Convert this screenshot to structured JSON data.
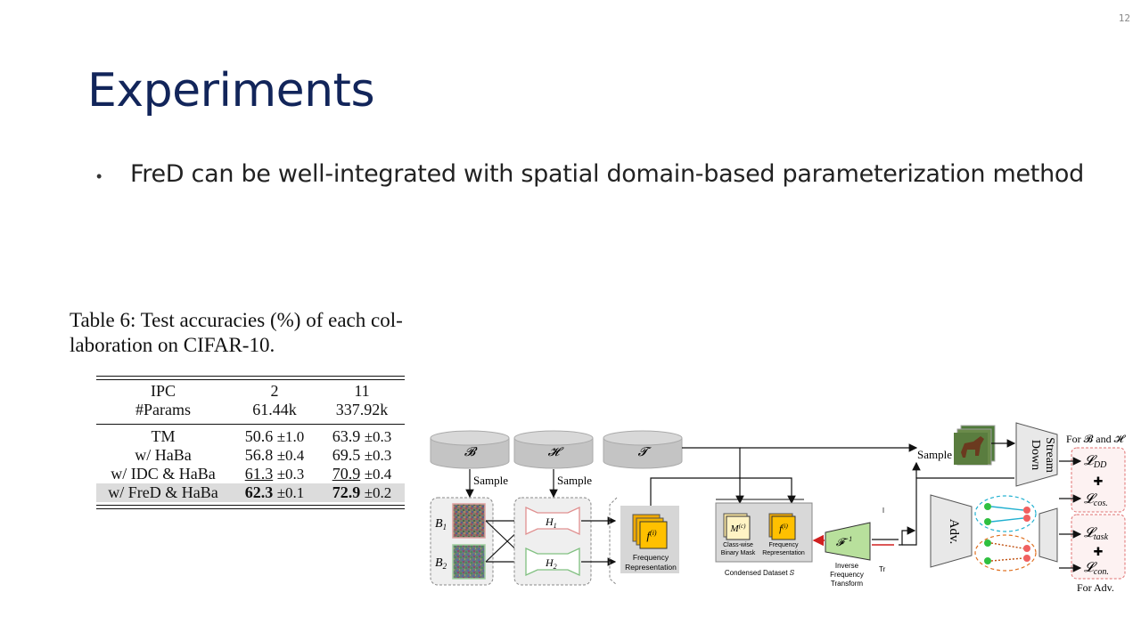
{
  "page_number": "12",
  "title": "Experiments",
  "bullet": "FreD can be well-integrated with spatial domain-based parameterization method",
  "caption": "Table 6: Test accuracies (%) of each collaboration on CIFAR-10.",
  "caption_lines": [
    "Table 6: Test accuracies (%) of each col-",
    "laboration on CIFAR-10."
  ],
  "table": {
    "header": [
      [
        "IPC",
        "2",
        "11"
      ],
      [
        "#Params",
        "61.44k",
        "337.92k"
      ]
    ],
    "rows": [
      {
        "method": "TM",
        "v1": "50.6",
        "s1": "±1.0",
        "v2": "63.9",
        "s2": "±0.3"
      },
      {
        "method": "w/ HaBa",
        "v1": "56.8",
        "s1": "±0.4",
        "v2": "69.5",
        "s2": "±0.3"
      },
      {
        "method": "w/ IDC & HaBa",
        "v1": "61.3",
        "s1": "±0.3",
        "v2": "70.9",
        "s2": "±0.4"
      },
      {
        "method": "w/ FreD & HaBa",
        "v1": "62.3",
        "s1": "±0.1",
        "v2": "72.9",
        "s2": "±0.2"
      }
    ]
  },
  "diagram": {
    "db_B": "𝓑",
    "db_H": "𝓗",
    "db_T": "𝓣",
    "sample": "Sample",
    "B1": "B",
    "B1_sub": "1",
    "B2": "B",
    "B2_sub": "2",
    "H1": "H",
    "H1_sub": "1",
    "H2": "H",
    "H2_sub": "2",
    "f_symbol": "f",
    "f_sup": "(i)",
    "freq_rep_line1": "Frequency",
    "freq_rep_line2": "Representation",
    "mask_symbol": "M",
    "mask_sup": "(c)",
    "mask_label_line1": "Class-wise",
    "mask_label_line2": "Binary Mask",
    "freq_small_line1": "Frequency",
    "freq_small_line2": "Representation",
    "condensed": "Condensed Dataset 𝑆",
    "inv_symbol": "𝓕",
    "inv_sup": "−1",
    "inv_line1": "Inverse",
    "inv_line2": "Frequency",
    "inv_line3": "Transform",
    "tr_fragment": "Tr",
    "adv": "Adv.",
    "down_line1": "Down",
    "down_line2": "Stream",
    "for_B_H": "For 𝓑 and 𝓗",
    "for_adv": "For Adv.",
    "loss_dd": "DD",
    "loss_cos": "cos.",
    "loss_task": "task",
    "loss_con": "con.",
    "loss_symbol": "𝓛",
    "plus": "✚"
  }
}
